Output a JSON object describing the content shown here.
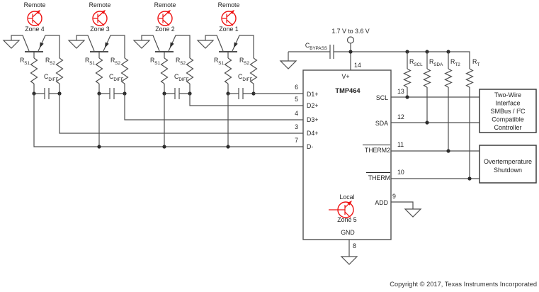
{
  "schematic": {
    "supply_label": "1.7 V to 3.6 V",
    "copyright": "Copyright © 2017, Texas Instruments Incorporated",
    "colors": {
      "wire": "#4f4f4f",
      "accent_red": "#ee1111",
      "text": "#222222",
      "background": "#ffffff"
    },
    "ic": {
      "name": "TMP464",
      "top_pin": {
        "num": "14",
        "label": "V+"
      },
      "bottom_pin": {
        "num": "8",
        "label": "GND"
      },
      "left_pins": [
        {
          "num": "6",
          "label": "D1+"
        },
        {
          "num": "5",
          "label": "D2+"
        },
        {
          "num": "4",
          "label": "D3+"
        },
        {
          "num": "3",
          "label": "D4+"
        },
        {
          "num": "7",
          "label": "D-"
        }
      ],
      "right_pins": [
        {
          "num": "13",
          "label": "SCL",
          "active_low": false
        },
        {
          "num": "12",
          "label": "SDA",
          "active_low": false
        },
        {
          "num": "11",
          "label": "THERM2",
          "active_low": true
        },
        {
          "num": "10",
          "label": "THERM",
          "active_low": true
        },
        {
          "num": "9",
          "label": "ADD",
          "active_low": false
        }
      ],
      "local_sensor": {
        "label": "Local",
        "zone": "Zone 5"
      }
    },
    "remote_zones": [
      {
        "label": "Remote",
        "zone": "Zone 4",
        "r1": {
          "m": "R",
          "s": "S1"
        },
        "r2": {
          "m": "R",
          "s": "S2"
        },
        "cap": {
          "m": "C",
          "s": "DIFF"
        }
      },
      {
        "label": "Remote",
        "zone": "Zone 3",
        "r1": {
          "m": "R",
          "s": "S1"
        },
        "r2": {
          "m": "R",
          "s": "S2"
        },
        "cap": {
          "m": "C",
          "s": "DIFF"
        }
      },
      {
        "label": "Remote",
        "zone": "Zone 2",
        "r1": {
          "m": "R",
          "s": "S1"
        },
        "r2": {
          "m": "R",
          "s": "S2"
        },
        "cap": {
          "m": "C",
          "s": "DIFF"
        }
      },
      {
        "label": "Remote",
        "zone": "Zone 1",
        "r1": {
          "m": "R",
          "s": "S1"
        },
        "r2": {
          "m": "R",
          "s": "S2"
        },
        "cap": {
          "m": "C",
          "s": "DIFF"
        }
      }
    ],
    "bypass_cap": {
      "m": "C",
      "s": "BYPASS"
    },
    "pullups": [
      {
        "m": "R",
        "s": "SCL"
      },
      {
        "m": "R",
        "s": "SDA"
      },
      {
        "m": "R",
        "s": "T2"
      },
      {
        "m": "R",
        "s": "T"
      }
    ],
    "blocks": {
      "controller": {
        "lines": [
          "Two-Wire",
          "Interface",
          {
            "pre": "SMBus / I",
            "sup": "2",
            "post": "C"
          },
          "Compatible",
          "Controller"
        ]
      },
      "shutdown": {
        "lines": [
          "Overtemperature",
          "Shutdown"
        ]
      }
    }
  }
}
